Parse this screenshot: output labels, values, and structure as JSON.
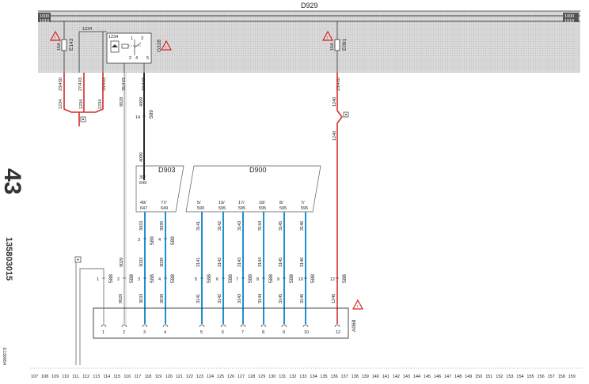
{
  "top_module": "D929",
  "bus_labels_left": [
    "1000",
    "1010"
  ],
  "bus_labels_right": [
    "1000",
    "1010"
  ],
  "fuse_e143": {
    "name": "E143",
    "rating": "15A"
  },
  "fuse_e091": {
    "name": "E091",
    "rating": "15A"
  },
  "relay_g328": {
    "name": "G328",
    "pins": [
      "1",
      "2",
      "3",
      "4",
      "5"
    ]
  },
  "wire_1234_top": "1234",
  "wire_1234_relay": "1234",
  "pin_labels_top": [
    "23/450",
    "27/403",
    "33/403",
    "35/403",
    "34/403",
    "25/400"
  ],
  "wire_labels_short": [
    "1234",
    "1234",
    "1234",
    "9029",
    "4099",
    "1240"
  ],
  "connector_589_top": {
    "pin": "14",
    "name": "589"
  },
  "wire_4099_lower": "4099",
  "wire_1240_lower": "1240",
  "module_d903": {
    "name": "D903",
    "pin": "39/",
    "sub": "649"
  },
  "module_d900": {
    "name": "D900"
  },
  "d903_pins": [
    {
      "top": "49/",
      "bot": "647"
    },
    {
      "top": "77/",
      "bot": "649"
    }
  ],
  "d900_pins": [
    {
      "top": "5/",
      "bot": "590"
    },
    {
      "top": "19/",
      "bot": "595"
    },
    {
      "top": "17/",
      "bot": "595"
    },
    {
      "top": "18/",
      "bot": "595"
    },
    {
      "top": "8/",
      "bot": "595"
    },
    {
      "top": "7/",
      "bot": "595"
    }
  ],
  "upper_wires": [
    "3033",
    "3039",
    "3141",
    "3142",
    "3143",
    "3144",
    "3145",
    "3146"
  ],
  "conn_589_mid": [
    {
      "pin": "3",
      "name": "589"
    },
    {
      "pin": "4",
      "name": "589"
    }
  ],
  "conn_588_row": [
    {
      "pin": "1",
      "name": "588"
    },
    {
      "pin": "2",
      "name": "588"
    },
    {
      "pin": "3",
      "name": "588"
    },
    {
      "pin": "4",
      "name": "588"
    },
    {
      "pin": "5",
      "name": "588"
    },
    {
      "pin": "6",
      "name": "588"
    },
    {
      "pin": "7",
      "name": "588"
    },
    {
      "pin": "8",
      "name": "588"
    },
    {
      "pin": "9",
      "name": "588"
    },
    {
      "pin": "10",
      "name": "588"
    },
    {
      "pin": "12",
      "name": "588"
    }
  ],
  "mid_wires": [
    "9029",
    "3033",
    "3039",
    "3141",
    "3142",
    "3143",
    "3144",
    "3145",
    "3146",
    "1240"
  ],
  "lower_wires": [
    "9029",
    "3033",
    "3039",
    "3141",
    "3142",
    "3143",
    "3144",
    "3145",
    "3146",
    "1240"
  ],
  "a068_pins": [
    "1",
    "2",
    "3",
    "4",
    "5",
    "6",
    "7",
    "8",
    "9",
    "10",
    "12"
  ],
  "module_a068": "A068",
  "side_big": "43",
  "side_code": "135803015",
  "corner_code": "E130954",
  "grid": [
    "107",
    "108",
    "109",
    "110",
    "111",
    "112",
    "113",
    "114",
    "115",
    "116",
    "117",
    "118",
    "119",
    "120",
    "121",
    "122",
    "123",
    "124",
    "125",
    "126",
    "127",
    "128",
    "129",
    "130",
    "131",
    "132",
    "133",
    "134",
    "135",
    "136",
    "137",
    "138",
    "139",
    "140",
    "141",
    "142",
    "143",
    "144",
    "145",
    "146",
    "147",
    "148",
    "149",
    "150",
    "151",
    "152",
    "153",
    "154",
    "155",
    "156",
    "157",
    "158",
    "159"
  ]
}
